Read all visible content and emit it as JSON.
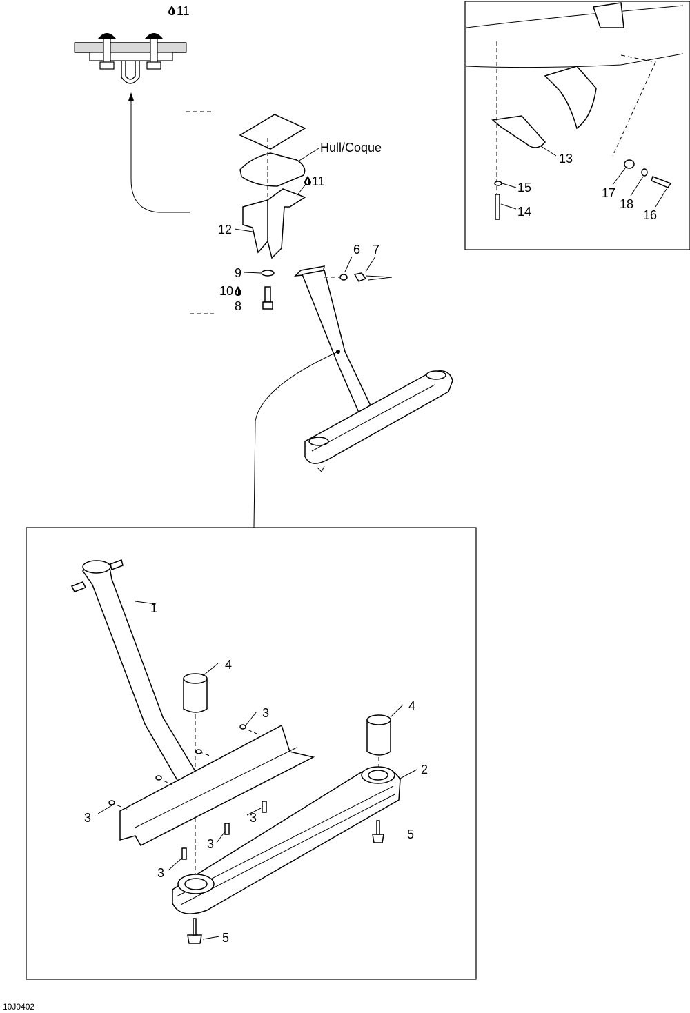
{
  "drawing_id": "10J0402",
  "hull_label": "Hull/Coque",
  "callouts": {
    "c1": "1",
    "c2": "2",
    "c3a": "3",
    "c3b": "3",
    "c3c": "3",
    "c3d": "3",
    "c3e": "3",
    "c4a": "4",
    "c4b": "4",
    "c5a": "5",
    "c5b": "5",
    "c6": "6",
    "c7": "7",
    "c8": "8",
    "c9": "9",
    "c10": "10",
    "c11a": "11",
    "c11b": "11",
    "c12": "12",
    "c13": "13",
    "c14": "14",
    "c15": "15",
    "c16": "16",
    "c17": "17",
    "c18": "18"
  },
  "icons": {
    "sealant": "drop-icon"
  }
}
